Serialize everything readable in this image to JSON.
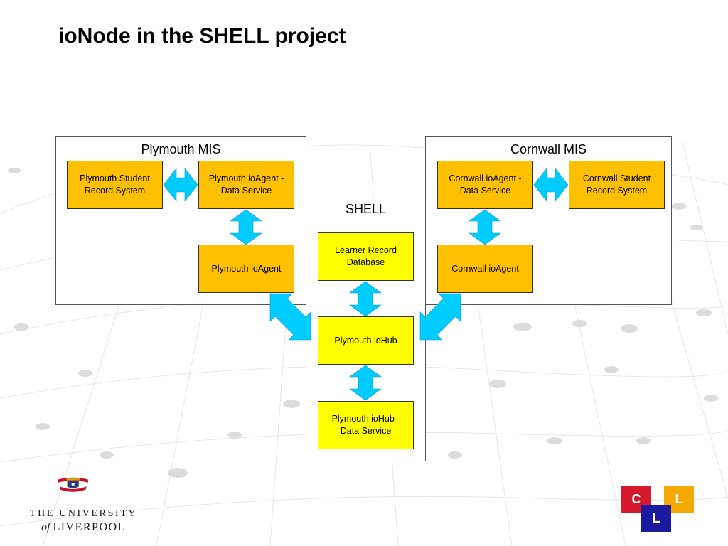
{
  "page": {
    "title": "ioNode in the SHELL project"
  },
  "panels": {
    "plymouth_mis": "Plymouth MIS",
    "cornwall_mis": "Cornwall MIS",
    "shell": "SHELL"
  },
  "boxes": {
    "plymouth_student_record": "Plymouth Student\nRecord System",
    "plymouth_ioagent_ds": "Plymouth ioAgent -\nData Service",
    "plymouth_ioagent": "Plymouth ioAgent",
    "cornwall_ioagent_ds": "Cornwall ioAgent -\nData Service",
    "cornwall_student_record": "Cornwall Student\nRecord System",
    "cornwall_ioagent": "Cornwall ioAgent",
    "learner_record_db": "Learner Record\nDatabase",
    "plymouth_iohub": "Plymouth ioHub",
    "plymouth_iohub_ds": "Plymouth ioHub -\nData Service"
  },
  "colors": {
    "component_orange": "#ffc000",
    "component_yellow": "#ffff00",
    "arrow": "#00ccff",
    "logo_red": "#d7192d",
    "logo_orange": "#f5a800",
    "logo_blue": "#1a1aa0"
  },
  "footer": {
    "university_line1": "THE UNIVERSITY",
    "university_of": "of",
    "university_line2": "LIVERPOOL",
    "cll_c": "C",
    "cll_l1": "L",
    "cll_l2": "L"
  }
}
